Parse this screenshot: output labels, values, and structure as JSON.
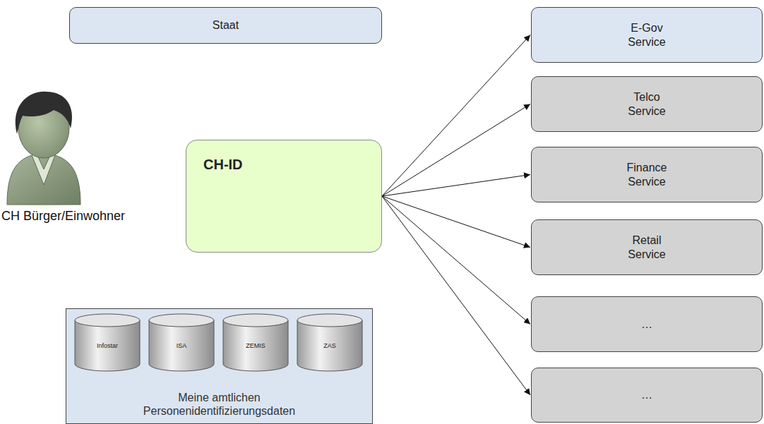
{
  "diagram": {
    "nodes": [
      {
        "text": [
          "Staat"
        ]
      },
      {
        "text": [
          "E-Gov Service"
        ]
      },
      {
        "text": [
          "Telco Service"
        ]
      },
      {
        "text": [
          "CH-ID"
        ]
      },
      {
        "text": [
          "Finance Service"
        ]
      },
      {
        "text": [
          "Retail Service"
        ]
      },
      {
        "text": [
          "…"
        ]
      },
      {
        "text": [
          "…"
        ]
      },
      {
        "text": [
          "Meine amtlichen Personenidentifizierungsdaten"
        ]
      },
      {
        "text": [
          "Infostar"
        ],
        "in": 8
      },
      {
        "text": [
          "ISA"
        ],
        "in": 8
      },
      {
        "text": [
          "ZEMIS"
        ],
        "in": 8
      },
      {
        "text": [
          "ZAS"
        ],
        "in": 8
      }
    ],
    "edges": [
      {
        "from": 3,
        "to": 1,
        "arrow": "to"
      },
      {
        "from": 3,
        "to": 2,
        "arrow": "to"
      },
      {
        "from": 3,
        "to": 4,
        "arrow": "to"
      },
      {
        "from": 3,
        "to": 5,
        "arrow": "to"
      },
      {
        "from": 3,
        "to": 6,
        "arrow": "to"
      },
      {
        "from": 3,
        "to": 7,
        "arrow": "to"
      }
    ],
    "labels": [
      "CH Bürger/Einwohner"
    ]
  }
}
